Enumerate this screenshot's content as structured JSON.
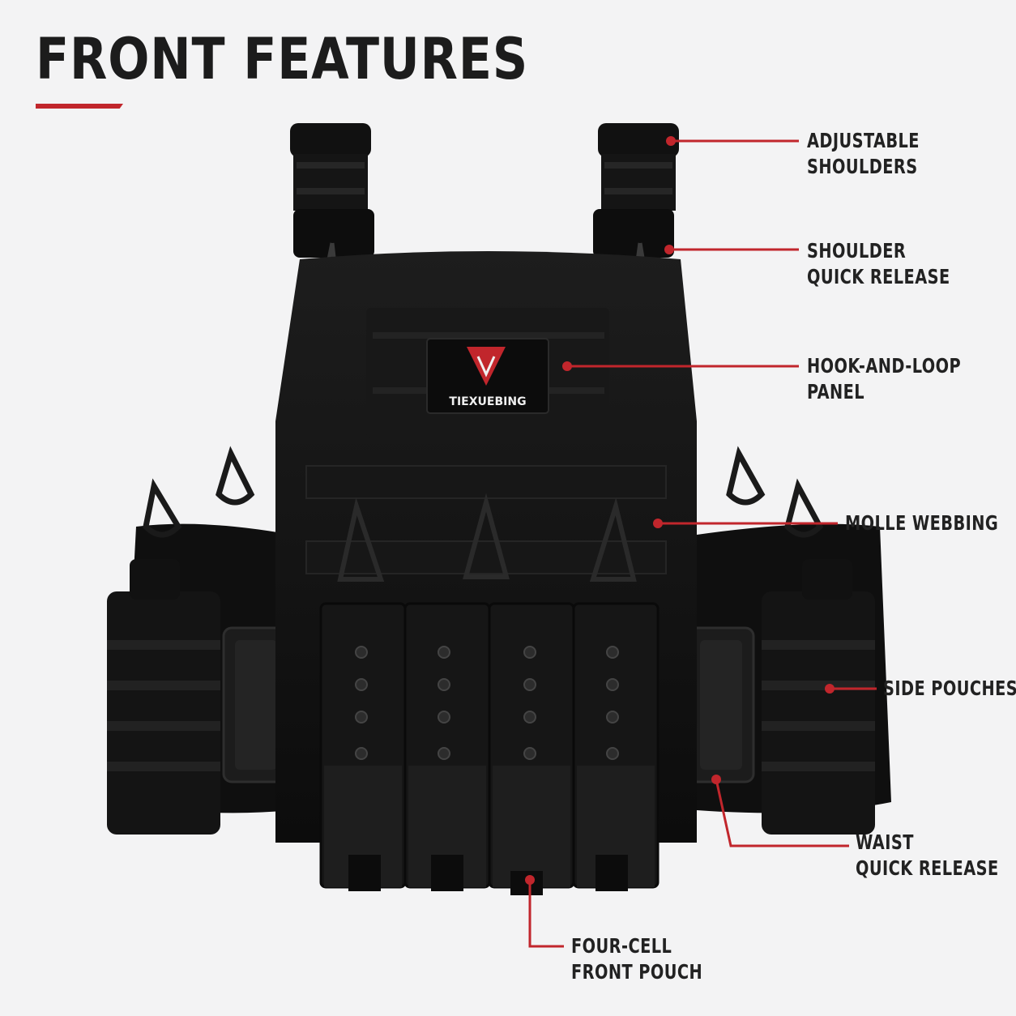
{
  "title": "FRONT FEATURES",
  "brand_patch": {
    "text": "TIEXUEBING"
  },
  "colors": {
    "accent": "#c1262c",
    "vest": "#131313",
    "background": "#f3f3f4"
  },
  "callouts": {
    "adjustable_shoulders": {
      "line1": "ADJUSTABLE",
      "line2": "SHOULDERS"
    },
    "shoulder_quick_release": {
      "line1": "SHOULDER",
      "line2": "QUICK RELEASE"
    },
    "hook_and_loop_panel": {
      "line1": "HOOK-AND-LOOP",
      "line2": "PANEL"
    },
    "molle_webbing": {
      "line1": "MOLLE WEBBING"
    },
    "side_pouches": {
      "line1": "SIDE POUCHES"
    },
    "waist_quick_release": {
      "line1": "WAIST",
      "line2": "QUICK RELEASE"
    },
    "four_cell_front_pouch": {
      "line1": "FOUR-CELL",
      "line2": "FRONT POUCH"
    }
  }
}
